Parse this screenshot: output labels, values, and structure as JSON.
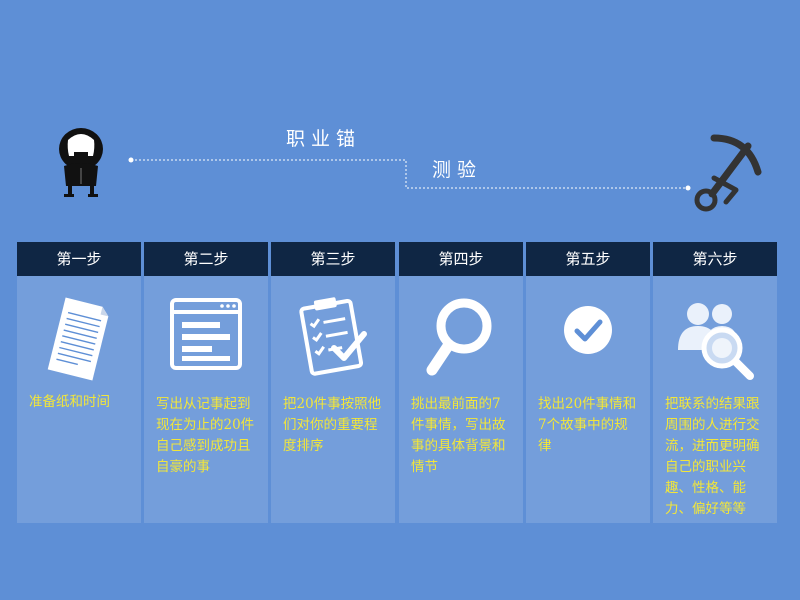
{
  "title": {
    "line1": "职业锚",
    "line2": "测验"
  },
  "steps": [
    {
      "label": "第一步",
      "text": "准备纸和时间"
    },
    {
      "label": "第二步",
      "text": "写出从记事起到现在为止的20件自己感到成功且自豪的事"
    },
    {
      "label": "第三步",
      "text": "把20件事按照他们对你的重要程度排序"
    },
    {
      "label": "第四步",
      "text": "挑出最前面的7件事情，写出故事的具体背景和情节"
    },
    {
      "label": "第五步",
      "text": "找出20件事情和7个故事中的规律"
    },
    {
      "label": "第六步",
      "text": "把联系的结果跟周围的人进行交流，进而更明确自己的职业兴趣、性格、能力、偏好等等"
    }
  ],
  "icons": {
    "person": "person-icon",
    "anchor": "anchor-icon",
    "step1": "paper-icon",
    "step2": "window-list-icon",
    "step3": "clipboard-check-icon",
    "step4": "magnifier-icon",
    "step5": "check-circle-icon",
    "step6": "people-search-icon"
  },
  "colors": {
    "background": "#5e8fd6",
    "header": "#0f2644",
    "text_highlight": "#f2e63a",
    "icon_dark": "#111111",
    "anchor": "#333333"
  }
}
